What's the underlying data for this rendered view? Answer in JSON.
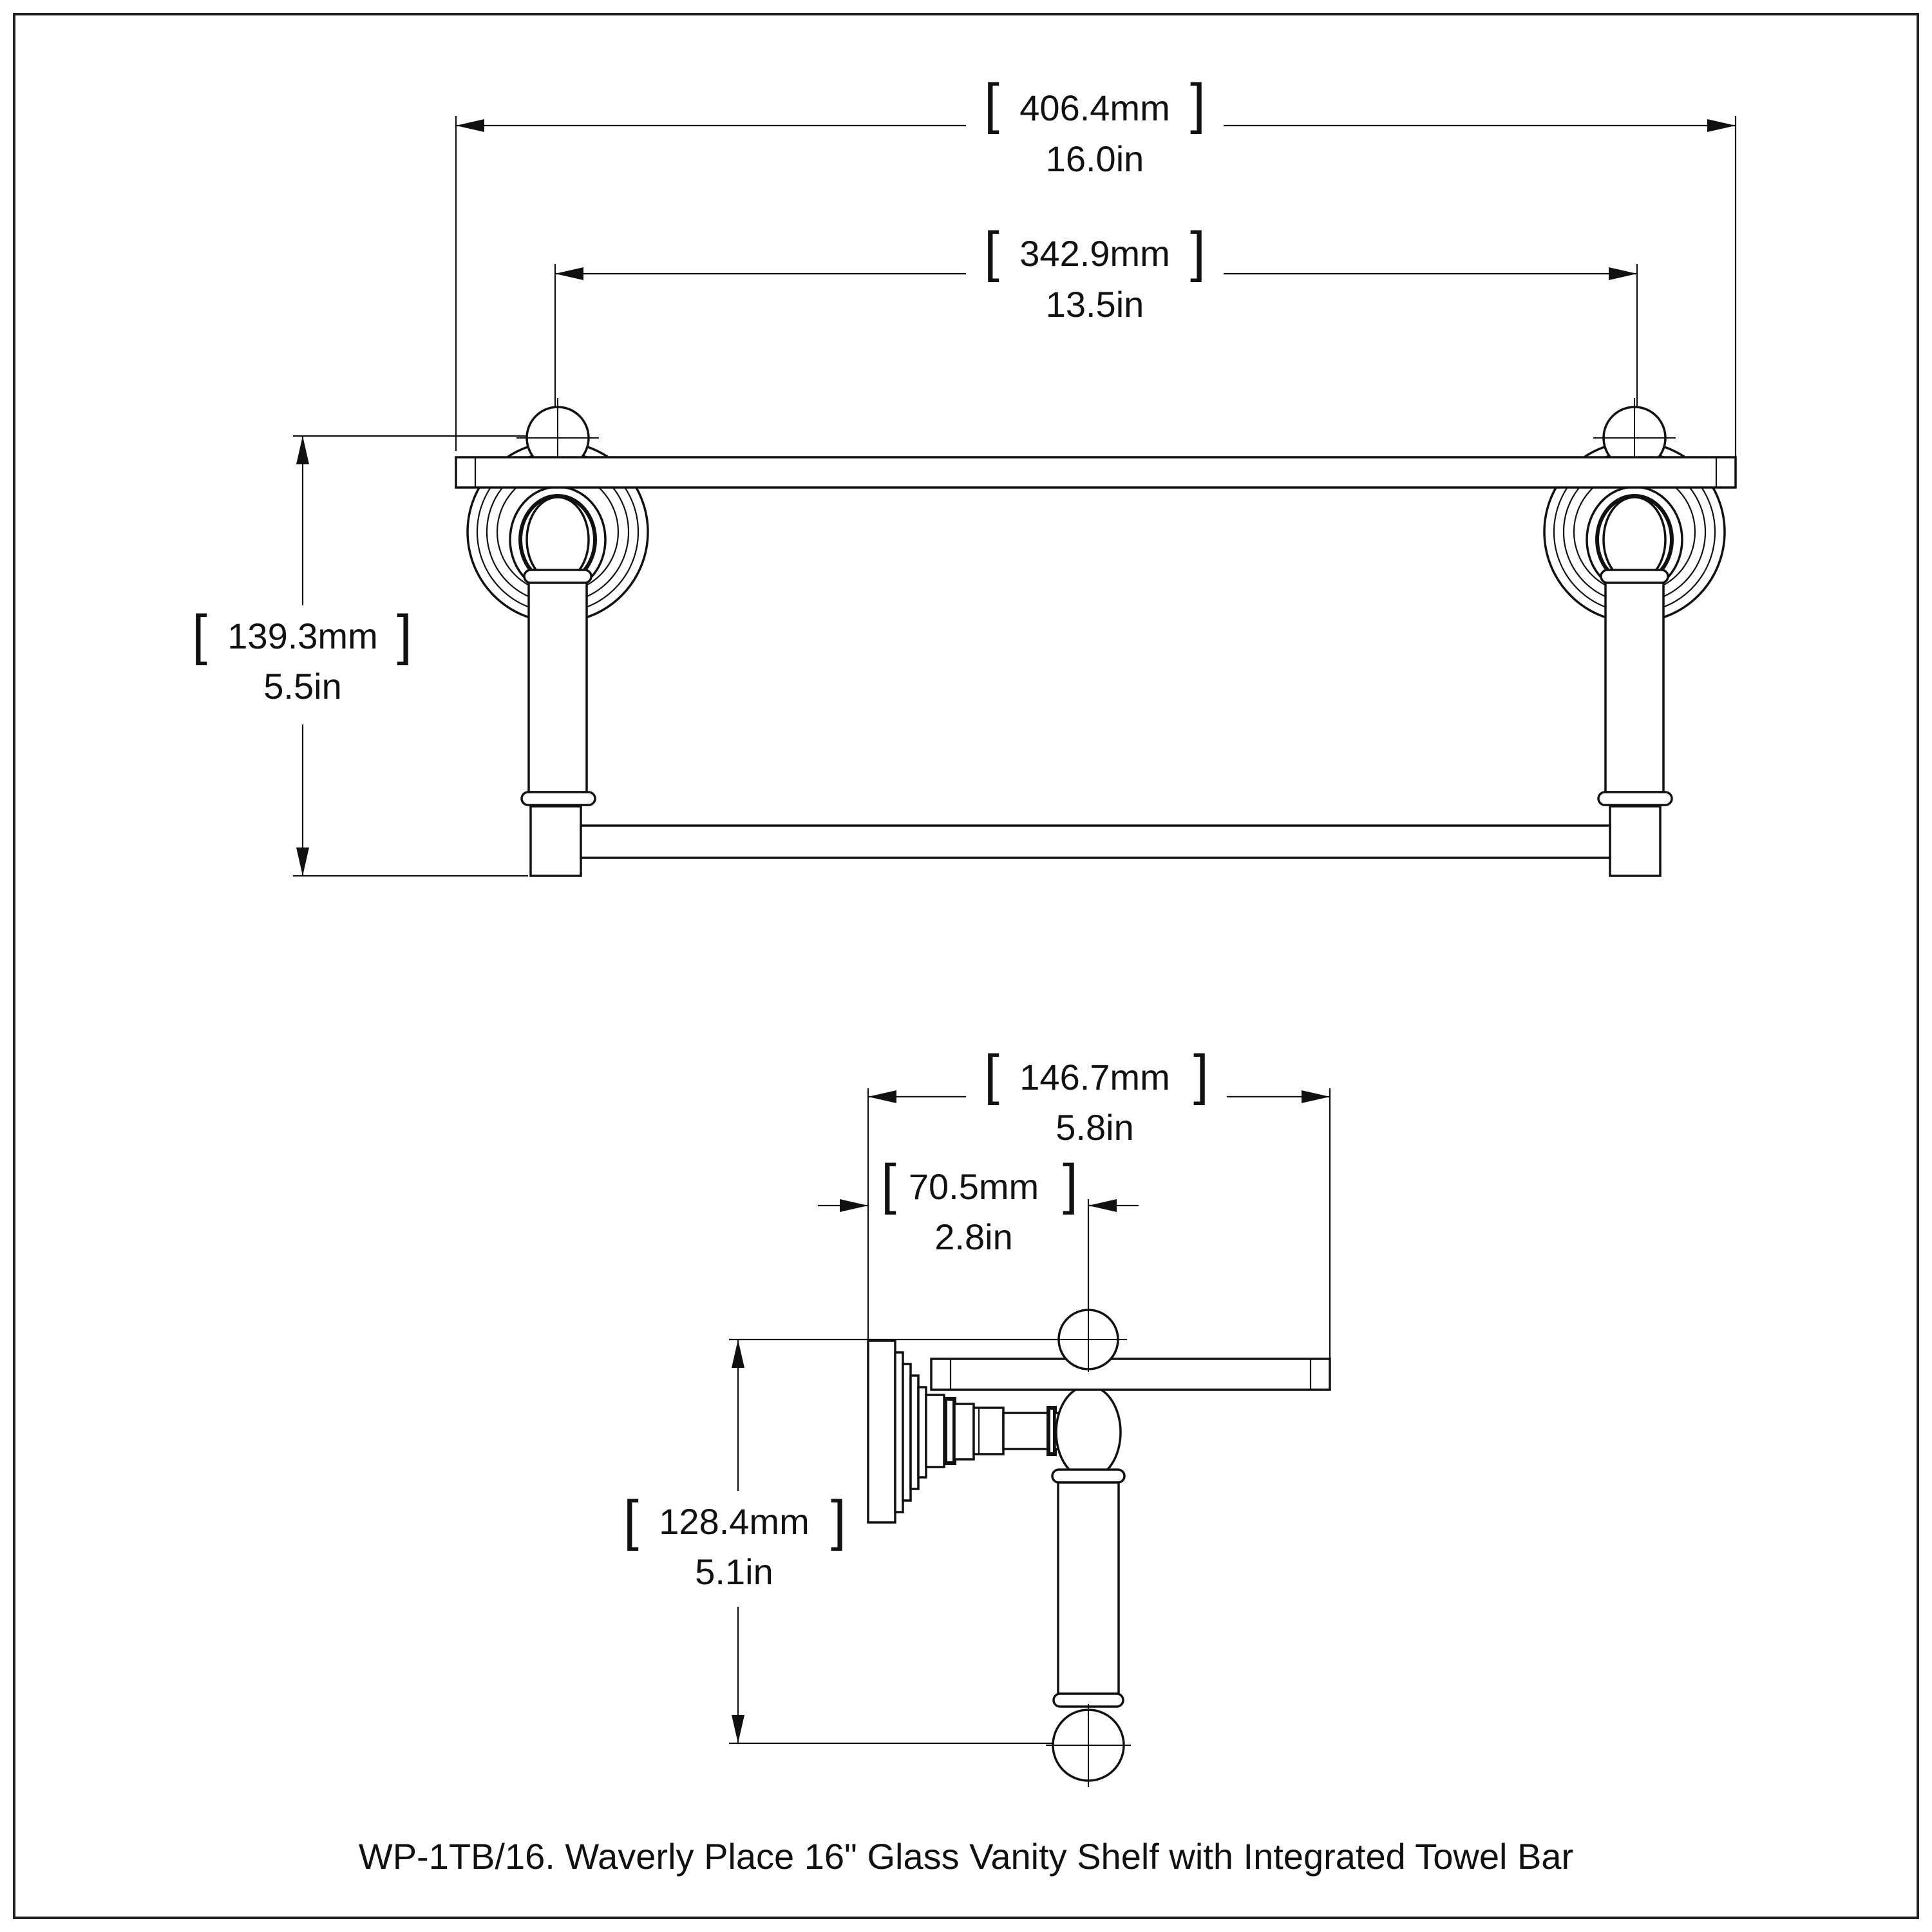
{
  "caption": "WP-1TB/16. Waverly Place 16\"  Glass Vanity Shelf  with Integrated Towel Bar",
  "front_view": {
    "overall_width": {
      "mm": "406.4mm",
      "in": "16.0in"
    },
    "mount_spacing": {
      "mm": "342.9mm",
      "in": "13.5in"
    },
    "height": {
      "mm": "139.3mm",
      "in": "5.5in"
    }
  },
  "side_view": {
    "depth": {
      "mm": "146.7mm",
      "in": "5.8in"
    },
    "post_offset": {
      "mm": "70.5mm",
      "in": "2.8in"
    },
    "height": {
      "mm": "128.4mm",
      "in": "5.1in"
    }
  }
}
